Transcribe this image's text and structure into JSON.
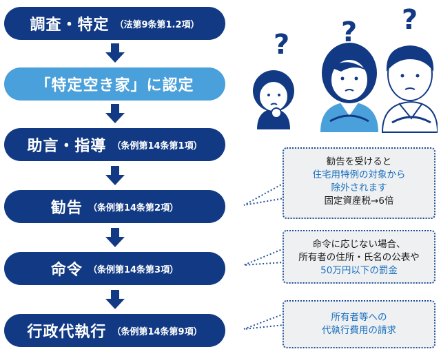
{
  "steps": [
    {
      "main": "調査・特定",
      "sub": "（法第9条第1.2項）"
    },
    {
      "main": "「特定空き家」に認定",
      "sub": ""
    },
    {
      "main": "助言・指導",
      "sub": "（条例第14条第1項）"
    },
    {
      "main": "勧告",
      "sub": "（条例第14条第2項）"
    },
    {
      "main": "命令",
      "sub": "（条例第14条第3項）"
    },
    {
      "main": "行政代執行",
      "sub": "（条例第14条第9項）"
    }
  ],
  "notes": {
    "kankoku": {
      "line1": "勧告を受けると",
      "line2": "住宅用特例の対象から",
      "line3": "除外されます",
      "line4": "固定資産税→6倍"
    },
    "meirei": {
      "line1": "命令に応じない場合、",
      "line2": "所有者の住所・氏名の公表や",
      "line3": "50万円以下の罰金"
    },
    "daishikko": {
      "line1": "所有者等への",
      "line2": "代執行費用の請求"
    }
  },
  "people": {
    "question_marks": [
      "?",
      "?",
      "?"
    ]
  },
  "colors": {
    "step": "#123a84",
    "highlight": "#4aa0da",
    "arrow": "#123a84",
    "note_border": "#1f4e96",
    "note_bg": "#eef0f1",
    "accent_text": "#1a6fc0"
  }
}
